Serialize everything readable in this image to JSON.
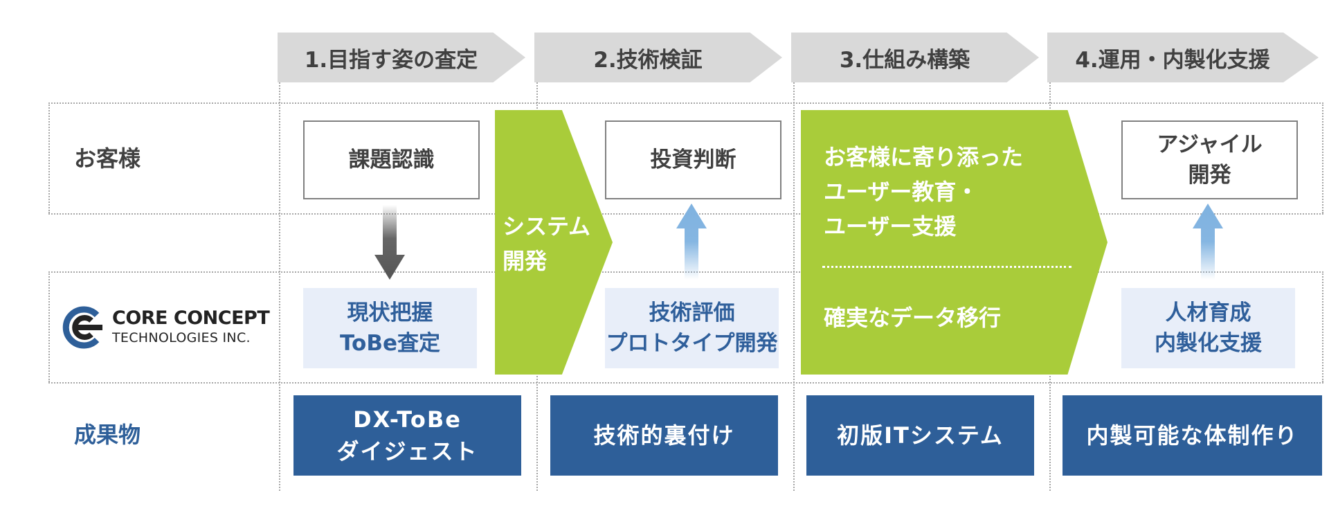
{
  "phases": [
    {
      "label": "1.目指す姿の査定"
    },
    {
      "label": "2.技術検証"
    },
    {
      "label": "3.仕組み構築"
    },
    {
      "label": "4.運用・内製化支援"
    }
  ],
  "rows": {
    "customer": "お客様",
    "outcome": "成果物"
  },
  "logo": {
    "line1": "CORE CONCEPT",
    "line2": "TECHNOLOGIES INC."
  },
  "customer_boxes": {
    "issue": "課題認識",
    "investment": "投資判断",
    "agile_1": "アジャイル",
    "agile_2": "開発"
  },
  "green": {
    "system_1": "システム",
    "system_2": "開発",
    "support_1": "お客様に寄り添った",
    "support_2": "ユーザー教育・",
    "support_3": "ユーザー支援",
    "migration": "確実なデータ移行"
  },
  "company_boxes": {
    "grasp_1": "現状把握",
    "grasp_2": "ToBe査定",
    "eval_1": "技術評価",
    "eval_2": "プロトタイプ開発",
    "talent_1": "人材育成",
    "talent_2": "内製化支援"
  },
  "deliverables": {
    "d1_1": "DX-ToBe",
    "d1_2": "ダイジェスト",
    "d2": "技術的裏付け",
    "d3": "初版ITシステム",
    "d4": "内製可能な体制作り"
  },
  "colors": {
    "phase_arrow": "#d9d9d9",
    "green": "#a9cc3a",
    "deliverable_blue": "#2e5f99",
    "light_box": "#e8eef9",
    "up_arrow": "#7fb2e0",
    "down_arrow": "#555555"
  }
}
